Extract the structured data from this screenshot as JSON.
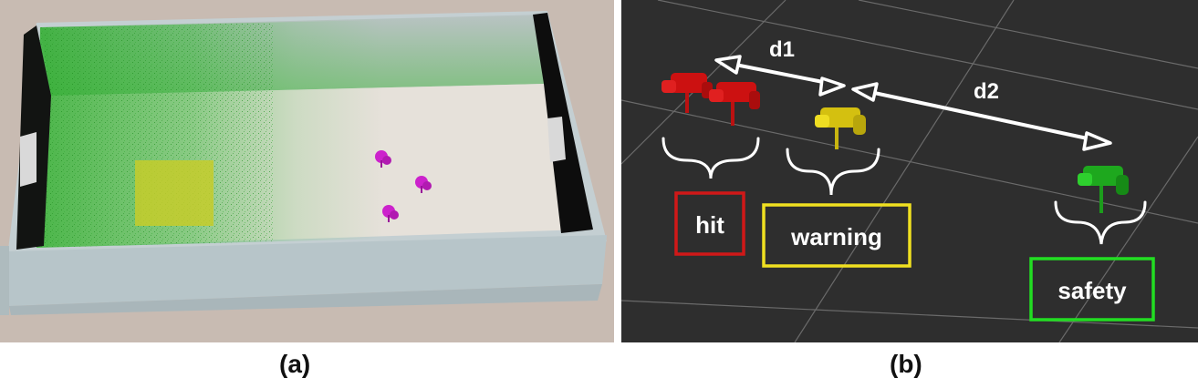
{
  "panels": {
    "a": {
      "caption": "(a)"
    },
    "b": {
      "caption": "(b)",
      "distances": {
        "d1": "d1",
        "d2": "d2"
      },
      "states": [
        {
          "label": "hit",
          "color": "#d01818"
        },
        {
          "label": "warning",
          "color": "#f0e020"
        },
        {
          "label": "safety",
          "color": "#22dd22"
        }
      ]
    }
  },
  "colors": {
    "wall": "#b7c5c9",
    "floor": "#e6e1da",
    "green_particles": "#2fae2f",
    "target_zone": "#c6cc2a",
    "robot_a": "#cc22cc",
    "grid_bg": "#2e2e2e",
    "arrow": "#ffffff"
  }
}
